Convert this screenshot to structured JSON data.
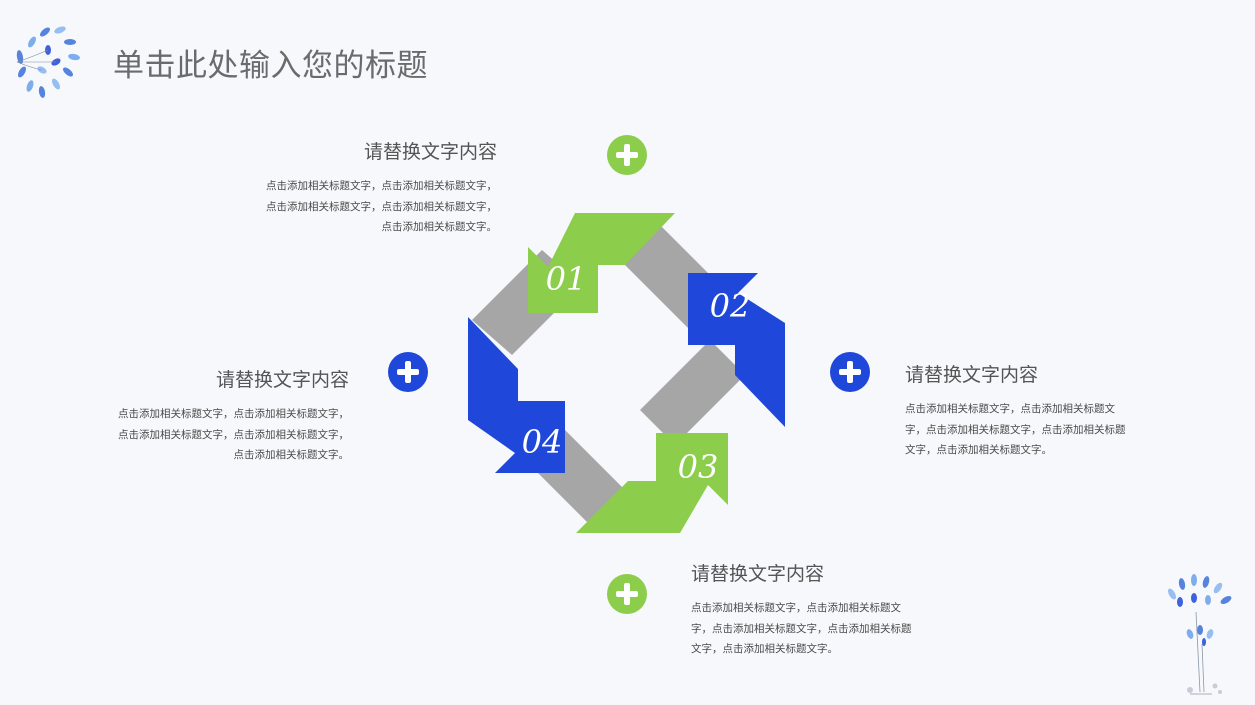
{
  "title": "单击此处输入您的标题",
  "blocks": [
    {
      "heading": "请替换文字内容",
      "body": "点击添加相关标题文字，点击添加相关标题文字，点击添加相关标题文字，点击添加相关标题文字，点击添加相关标题文字。"
    },
    {
      "heading": "请替换文字内容",
      "body": "点击添加相关标题文字，点击添加相关标题文字，点击添加相关标题文字，点击添加相关标题文字，点击添加相关标题文字。"
    },
    {
      "heading": "请替换文字内容",
      "body": "点击添加相关标题文字，点击添加相关标题文字，点击添加相关标题文字，点击添加相关标题文字，点击添加相关标题文字。"
    },
    {
      "heading": "请替换文字内容",
      "body": "点击添加相关标题文字，点击添加相关标题文字，点击添加相关标题文字，点击添加相关标题文字，点击添加相关标题文字。"
    }
  ],
  "steps": [
    "01",
    "02",
    "03",
    "04"
  ],
  "colors": {
    "green": "#8ccd4b",
    "blue": "#1f47d9",
    "gray": "#a6a6a6"
  },
  "icons": [
    "plus-icon",
    "flower-icon"
  ]
}
